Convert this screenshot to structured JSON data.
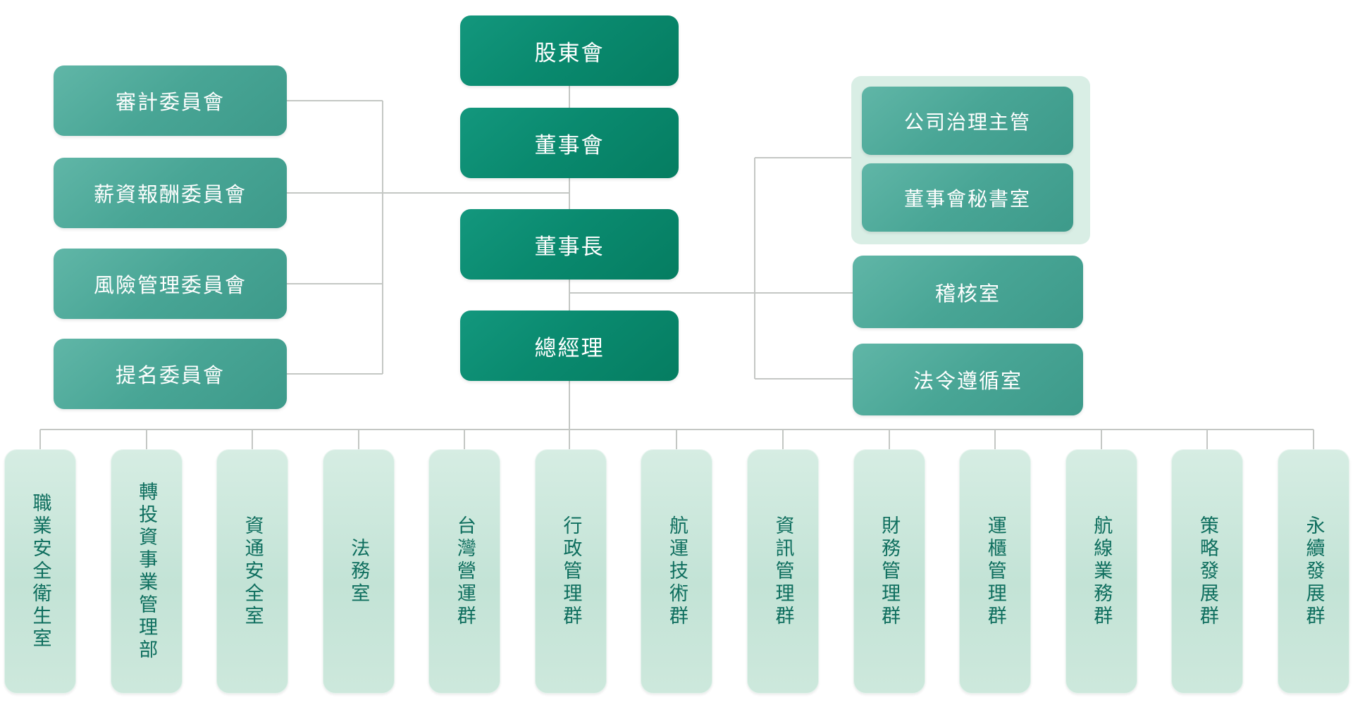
{
  "colors": {
    "primary_green": "#0a8a6f",
    "mid_teal": "#48a595",
    "pale_panel": "#d9eee5",
    "dept_fill": "#c9e6d9",
    "dept_text": "#0e6e5e",
    "connector_gray": "#c4c7c4",
    "node_text": "#ffffff"
  },
  "hierarchy": {
    "shareholders": "股東會",
    "board_of_directors": "董事會",
    "chairman": "董事長",
    "president": "總經理"
  },
  "committees": [
    "審計委員會",
    "薪資報酬委員會",
    "風險管理委員會",
    "提名委員會"
  ],
  "board_offices": [
    "公司治理主管",
    "董事會秘書室"
  ],
  "chairman_offices": [
    "稽核室",
    "法令遵循室"
  ],
  "departments": [
    "職業安全衛生室",
    "轉投資事業管理部",
    "資通安全室",
    "法務室",
    "台灣營運群",
    "行政管理群",
    "航運技術群",
    "資訊管理群",
    "財務管理群",
    "運櫃管理群",
    "航線業務群",
    "策略發展群",
    "永續發展群"
  ]
}
